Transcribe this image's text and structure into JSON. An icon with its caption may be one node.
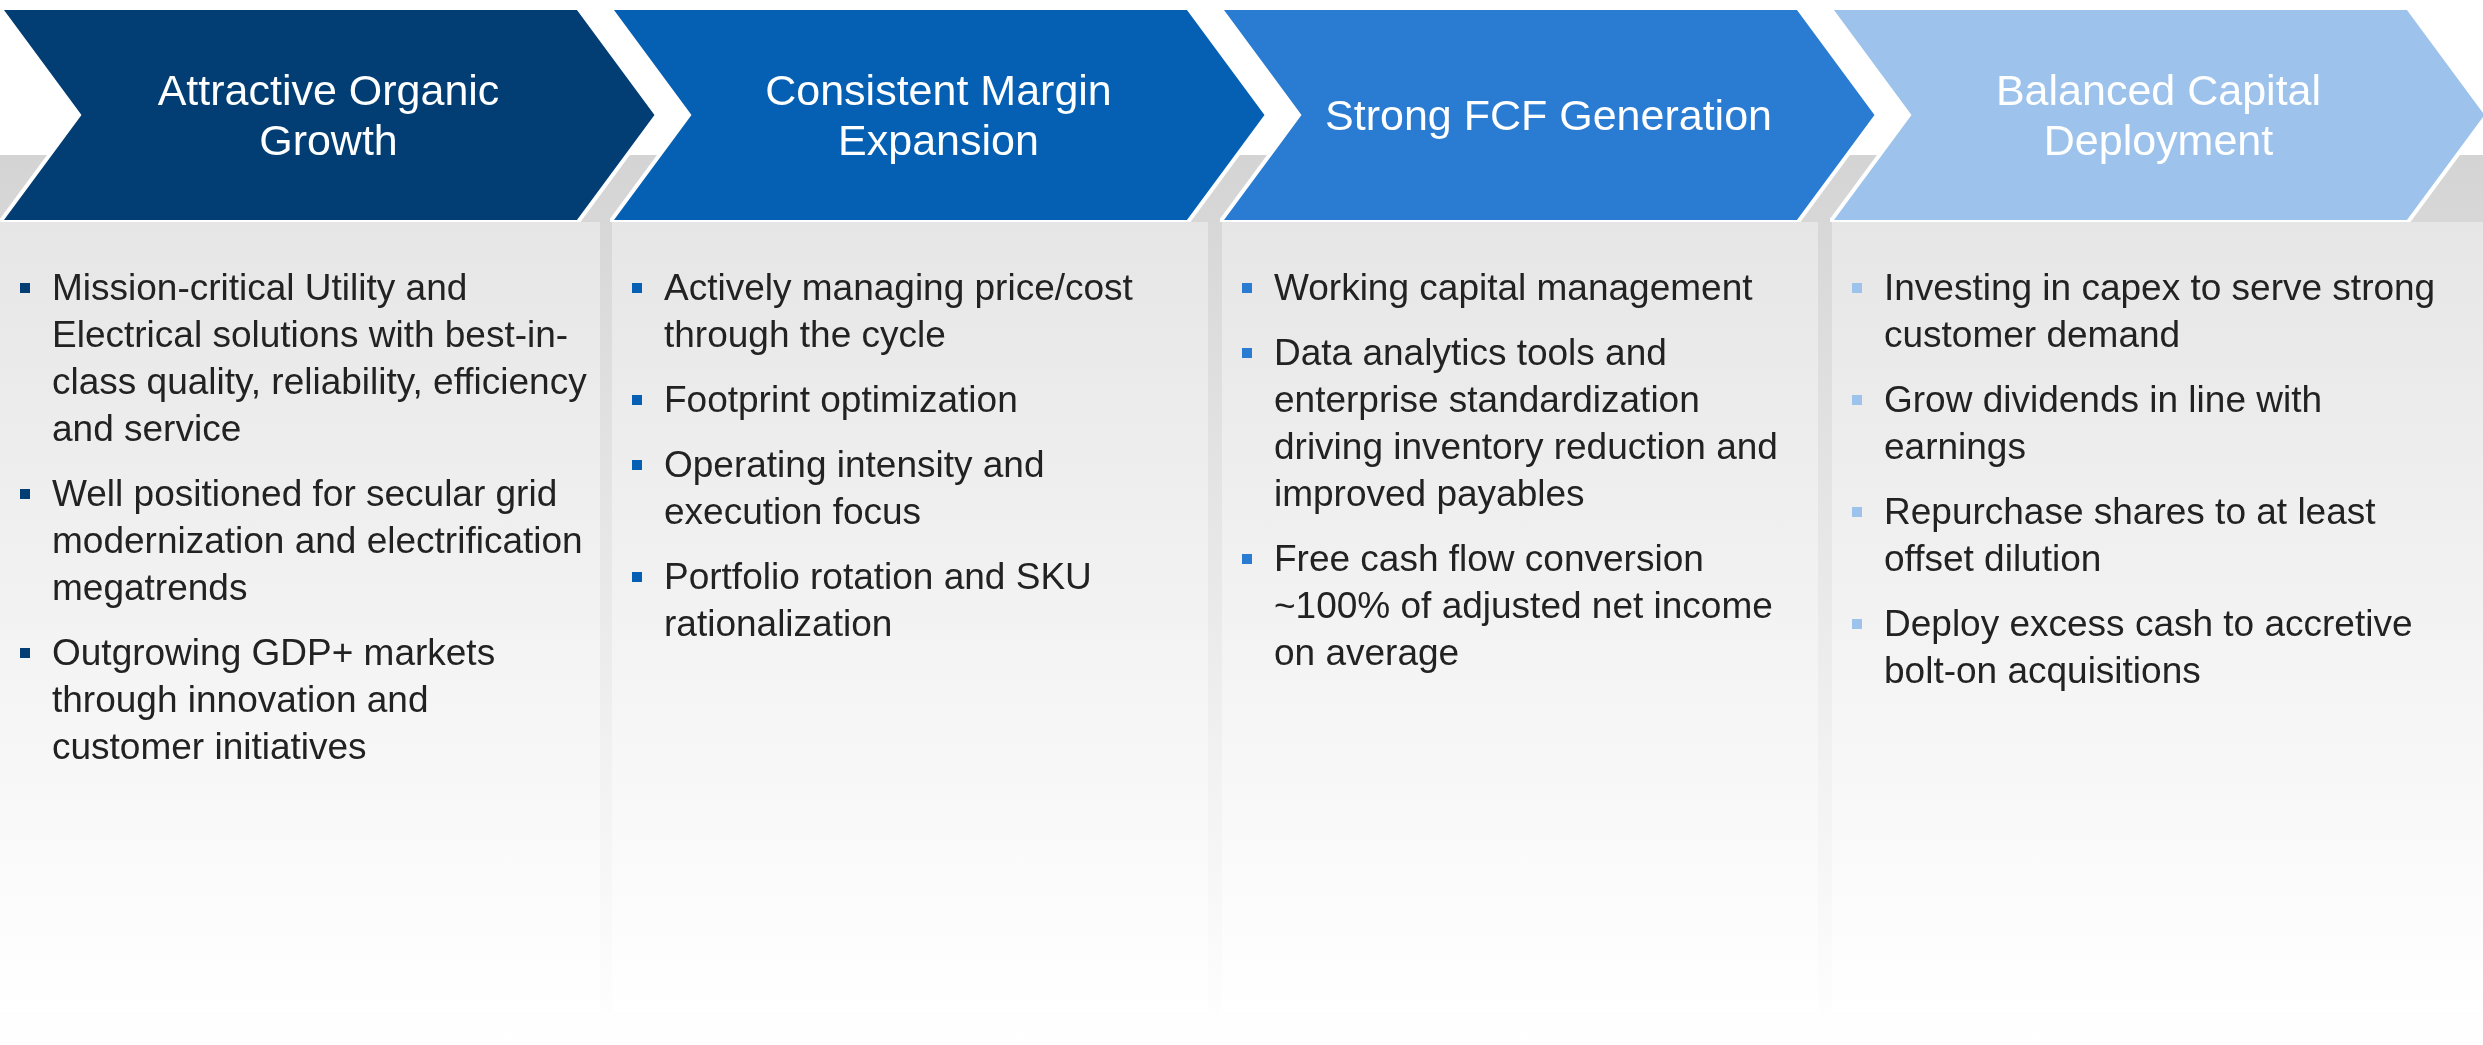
{
  "diagram": {
    "nodes": [
      {
        "text": [
          "Attractive Organic Growth"
        ]
      },
      {
        "text": [
          "Consistent Margin Expansion"
        ]
      },
      {
        "text": [
          "Strong FCF Generation"
        ]
      },
      {
        "text": [
          "Balanced Capital Deployment"
        ]
      },
      {
        "text": [
          "Mission-critical Utility and Electrical solutions with best-in-class quality, reliability, efficiency and service",
          "Well positioned for secular grid modernization and electrification megatrends",
          "Outgrowing GDP+ markets through innovation and customer initiatives"
        ]
      },
      {
        "text": [
          "Actively managing price/cost through the cycle",
          "Footprint optimization",
          "Operating intensity and execution focus",
          "Portfolio rotation and SKU rationalization"
        ]
      },
      {
        "text": [
          "Working capital management",
          "Data analytics tools and enterprise standardization driving inventory reduction and improved payables",
          "Free cash flow conversion ~100% of adjusted net income on average"
        ]
      },
      {
        "text": [
          "Investing in capex to serve strong customer demand",
          "Grow dividends in line with earnings",
          "Repurchase shares to at least offset dilution",
          "Deploy excess cash to accretive bolt-on acquisitions"
        ]
      }
    ]
  }
}
